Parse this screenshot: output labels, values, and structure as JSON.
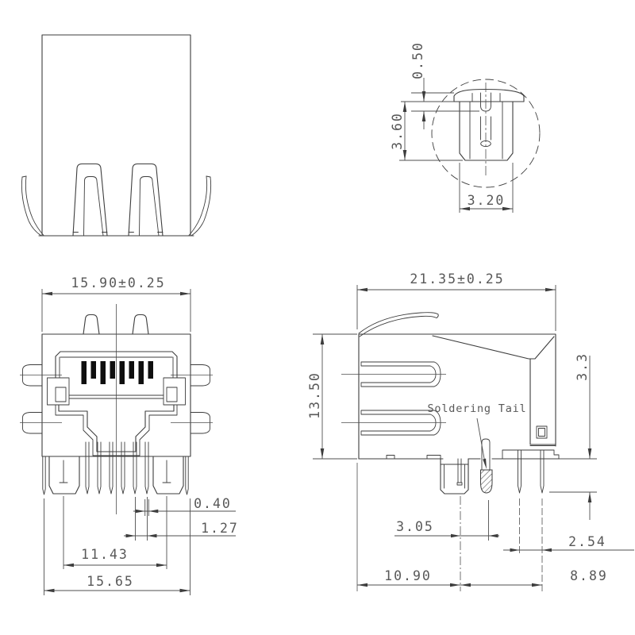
{
  "drawing": {
    "type": "engineering-drawing",
    "subject": "RJ45 modular jack connector, 4 orthographic/detail views",
    "units": "mm",
    "colors": {
      "background": "#ffffff",
      "line": "#3d3d3d",
      "dimension_line": "#4f4f4f",
      "text": "#585858",
      "contact_fill": "#0f0f0f"
    },
    "views": {
      "top": {
        "name": "top view"
      },
      "detail": {
        "name": "board-lock post detail (dashed circle)",
        "dims": {
          "flange_thickness": "0.50",
          "post_length": "3.60",
          "post_width": "3.20"
        }
      },
      "front": {
        "name": "front view",
        "dims": {
          "body_width": "15.90±0.25",
          "pin_width": "0.40",
          "pin_pitch": "1.27",
          "post_span": "11.43",
          "shield_span": "15.65"
        }
      },
      "side": {
        "name": "side view",
        "labels": {
          "soldering_tail": "Soldering Tail"
        },
        "dims": {
          "depth": "21.35±0.25",
          "height": "13.50",
          "pin_protrusion": "3.3",
          "tail_offset": "3.05",
          "pin_pitch": "2.54",
          "post_to_edge": "10.90",
          "pin_span": "8.89"
        }
      }
    }
  }
}
